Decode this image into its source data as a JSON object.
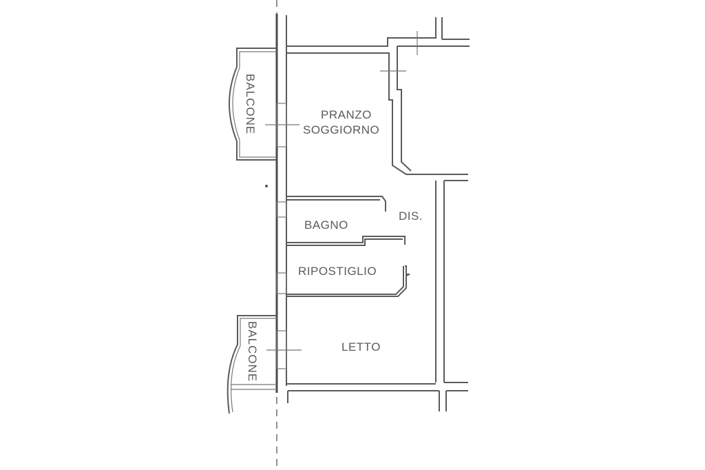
{
  "floorplan": {
    "rooms": [
      {
        "id": "pranzo",
        "label": "PRANZO"
      },
      {
        "id": "soggiorno",
        "label": "SOGGIORNO"
      },
      {
        "id": "dis",
        "label": "DIS."
      },
      {
        "id": "bagno",
        "label": "BAGNO"
      },
      {
        "id": "ripostiglio",
        "label": "RIPOSTIGLIO"
      },
      {
        "id": "letto",
        "label": "LETTO"
      }
    ],
    "balconies": [
      {
        "id": "balcone-top",
        "label": "BALCONE"
      },
      {
        "id": "balcone-bottom",
        "label": "BALCONE"
      }
    ]
  },
  "colors": {
    "wall": "#5a5a5a",
    "text": "#5b5b5b",
    "background": "#ffffff"
  }
}
